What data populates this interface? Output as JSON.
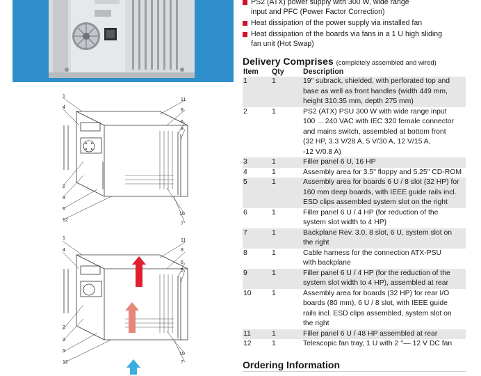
{
  "product_photo": {
    "label": "subrack-photo"
  },
  "features": [
    {
      "lines": [
        "PS2 (ATX) power supply with 300 W, wide range",
        "input and PFC (Power Factor Correction)"
      ]
    },
    {
      "lines": [
        "Heat dissipation of the power supply via installed fan"
      ]
    },
    {
      "lines": [
        "Heat dissipation of the boards via fans in a 1 U high sliding",
        "fan unit (Hot Swap)"
      ]
    }
  ],
  "delivery": {
    "title": "Delivery Comprises",
    "subtitle": "(completely assembled and wired)",
    "headers": {
      "item": "Item",
      "qty": "Qty",
      "description": "Description"
    },
    "rows": [
      {
        "item": "1",
        "qty": "1",
        "lines": [
          "19\" subrack, shielded, with perforated top and",
          "base as well as front handles (width 449 mm,",
          "height 310.35 mm, depth 275 mm)"
        ]
      },
      {
        "item": "2",
        "qty": "1",
        "lines": [
          "PS2 (ATX) PSU 300 W with wide range input",
          "100 ... 240 VAC with IEC 320 female connector",
          "and mains switch, assembled at bottom front",
          "(32 HP, 3.3 V/28 A, 5 V/30 A, 12 V/15 A,",
          "-12 V/0.8 A)"
        ]
      },
      {
        "item": "3",
        "qty": "1",
        "lines": [
          "Filler panel 6 U, 16 HP"
        ]
      },
      {
        "item": "4",
        "qty": "1",
        "lines": [
          "Assembly area for 3.5\" floppy and 5.25\" CD-ROM"
        ]
      },
      {
        "item": "5",
        "qty": "1",
        "lines": [
          "Assembly area for boards 6 U / 8 slot (32 HP) for",
          "160 mm deep boards, with IEEE guide rails incl.",
          "ESD clips assembled system slot on the right"
        ]
      },
      {
        "item": "6",
        "qty": "1",
        "lines": [
          "Filler panel 6 U / 4 HP (for reduction of the",
          "system slot width to 4 HP)"
        ]
      },
      {
        "item": "7",
        "qty": "1",
        "lines": [
          "Backplane Rev. 3.0, 8 slot, 6 U, system slot on",
          "the right"
        ]
      },
      {
        "item": "8",
        "qty": "1",
        "lines": [
          "Cable harness for the connection ATX-PSU",
          "with backplane"
        ]
      },
      {
        "item": "9",
        "qty": "1",
        "lines": [
          "Filler panel 6 U / 4 HP (for the reduction of the",
          "system slot width to 4 HP), assembled at rear"
        ]
      },
      {
        "item": "10",
        "qty": "1",
        "lines": [
          "Assembly area for boards (32 HP) for rear I/O",
          "boards (80 mm), 6 U / 8 slot, with IEEE guide",
          "rails incl. ESD clips assembled, system slot on",
          "the right"
        ]
      },
      {
        "item": "11",
        "qty": "1",
        "lines": [
          "Filler panel 6 U / 48 HP assembled at rear"
        ]
      },
      {
        "item": "12",
        "qty": "1",
        "lines": [
          "Telescopic fan tray, 1 U with 2 °— 12 V DC fan"
        ]
      }
    ]
  },
  "ordering": {
    "title": "Ordering Information"
  },
  "diagram_top": {
    "callouts_left": [
      "1",
      "4",
      "2",
      "3",
      "5",
      "12"
    ],
    "callouts_right": [
      "11",
      "8",
      "6",
      "9",
      "10",
      "7"
    ]
  },
  "diagram_bottom": {
    "callouts_left": [
      "1",
      "4",
      "2",
      "3",
      "5",
      "12"
    ],
    "callouts_right": [
      "11",
      "8",
      "6",
      "9",
      "10",
      "7"
    ]
  },
  "colors": {
    "accent_red": "#d0102a",
    "photo_blue": "#2e8fcb",
    "row_shade": "#e6e6e6",
    "airflow_blue": "#3aaee0"
  }
}
